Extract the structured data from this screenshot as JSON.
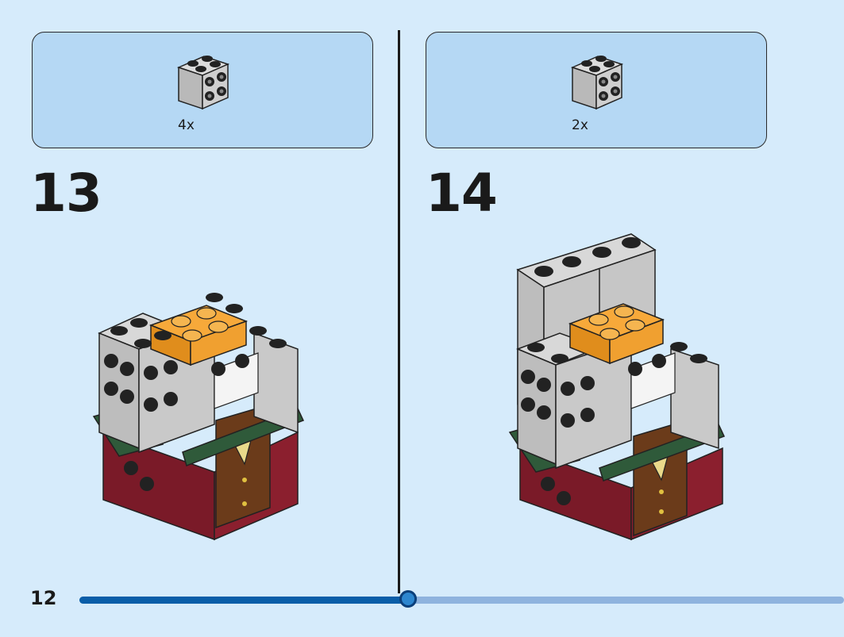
{
  "steps": [
    {
      "number": "13",
      "parts": [
        {
          "name": "gray-2x2-brick-with-side-studs",
          "quantity": "4x",
          "color": "#c6c6c6"
        }
      ]
    },
    {
      "number": "14",
      "parts": [
        {
          "name": "gray-2x2-brick-with-side-studs",
          "quantity": "2x",
          "color": "#c6c6c6"
        }
      ]
    }
  ],
  "page": {
    "number": "12"
  },
  "progress": {
    "fraction": 0.43
  },
  "colors": {
    "background": "#d6ebfb",
    "parts_box": "#b5d8f4",
    "progress_done": "#0a5ea8",
    "progress_remaining": "#8fb3de",
    "brick_gray": "#c6c6c6",
    "brick_orange": "#f7a93a",
    "brick_dark_red": "#8b1f2e",
    "brick_dark_green": "#2f5a3a",
    "brick_brown": "#6b3b1a"
  }
}
